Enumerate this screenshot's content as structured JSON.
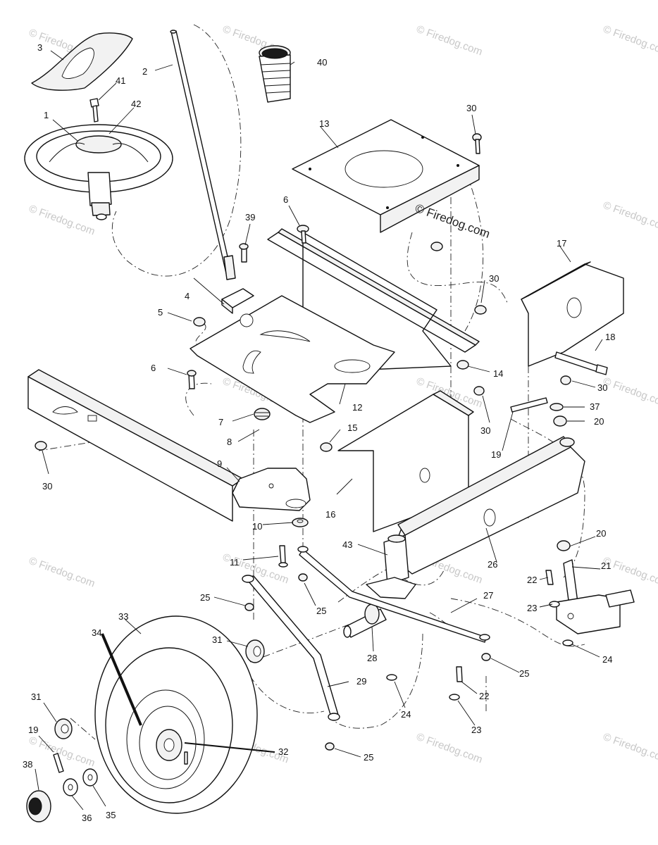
{
  "watermark": "© Firedog.com",
  "stamp": "© Firedog.com",
  "callouts": {
    "p1": "1",
    "p2": "2",
    "p3": "3",
    "p5": "5",
    "p4": "4",
    "p6a": "6",
    "p6b": "6",
    "p7": "7",
    "p8": "8",
    "p9": "9",
    "p10": "10",
    "p11": "11",
    "p12": "12",
    "p13": "13",
    "p14": "14",
    "p15": "15",
    "p16": "16",
    "p17": "17",
    "p18": "18",
    "p19a": "19",
    "p19b": "19",
    "p20a": "20",
    "p20b": "20",
    "p21": "21",
    "p22a": "22",
    "p22b": "22",
    "p23a": "23",
    "p23b": "23",
    "p24a": "24",
    "p24b": "24",
    "p25a": "25",
    "p25b": "25",
    "p25c": "25",
    "p25d": "25",
    "p26": "26",
    "p27": "27",
    "p28": "28",
    "p29": "29",
    "p30a": "30",
    "p30b": "30",
    "p30c": "30",
    "p30d": "30",
    "p30e": "30",
    "p31a": "31",
    "p31b": "31",
    "p32": "32",
    "p33": "33",
    "p34": "34",
    "p35": "35",
    "p36": "36",
    "p37": "37",
    "p38": "38",
    "p39": "39",
    "p40": "40",
    "p41": "41",
    "p42": "42",
    "p43": "43"
  }
}
